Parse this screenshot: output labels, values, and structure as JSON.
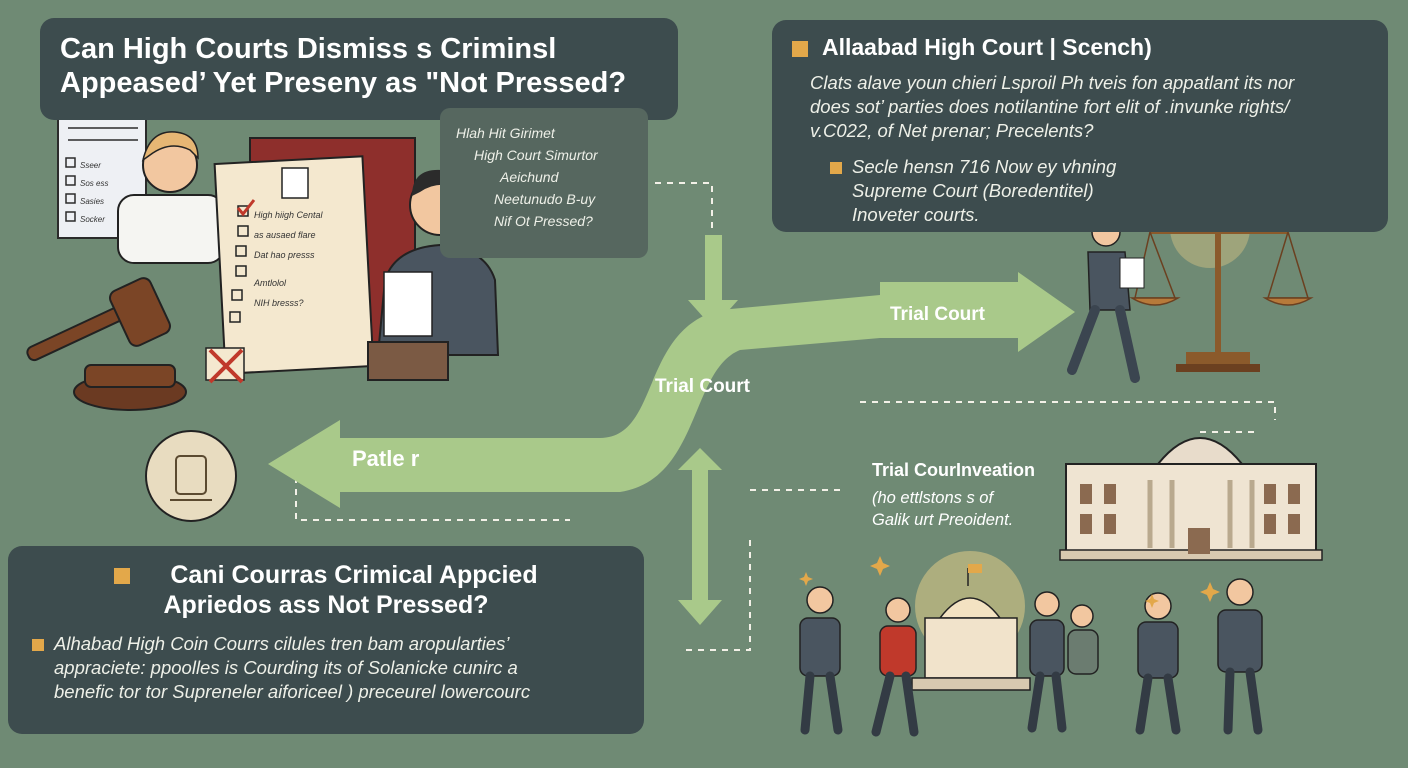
{
  "title": {
    "line1": "Can High Courts Dismiss s Criminsl",
    "line2": "Appeased’ Yet Preseny as \"Not Pressed?"
  },
  "top_right": {
    "heading": "Allaabad High Court | Scench)",
    "para_lines": [
      "Clats alave youn chieri Lsproil Ph tveis fon appatlant its nor",
      "does sot’ parties does notilantine fort elit of .invunke rights/",
      "v.C022, of Net prenar; Precelents?"
    ],
    "bullet_lines": [
      "Secle hensn 716 Now ey vhning",
      "Supreme Court (Boredentitel)",
      "Inoveter courts."
    ]
  },
  "middle_text": [
    "Hlah Hit Girimet",
    "High Court Simurtor",
    "Aeichund",
    "Neetunudo B-uy",
    "Nif Ot Pressed?"
  ],
  "checklist": [
    "Sseer",
    "Sos ess",
    "Sasies",
    "Socker"
  ],
  "document_items": [
    "High hiigh Cental",
    "as ausaed flare",
    "Dat hao presss",
    "Amtlolol",
    "NIH bresss?"
  ],
  "flow_labels": {
    "trial_court_upper": "Trial Court",
    "trial_court_middle": "Trial Court",
    "patle": "Patle r"
  },
  "bottom_left": {
    "heading_line1": "Cani Courras Crimical Appcied",
    "heading_line2": "Apriedos ass Not Pressed?",
    "para_lines": [
      "Alhabad High Coin Courrs cilules tren bam aropularties’",
      "appraciete: ppoolles is Courding its of Solanicke cunirc a",
      "benefic tor tor Supreneler aiforiceel ) preceurel lowercourc"
    ]
  },
  "bottom_right": {
    "heading": "Trial CourInveation",
    "line1": "(ho ettlstons s of",
    "line2": "Galik urt Preoident."
  },
  "colors": {
    "background": "#6f8a74",
    "panel": "#3d4c4e",
    "accent": "#e3a84a",
    "arrow": "#a9c98a"
  }
}
